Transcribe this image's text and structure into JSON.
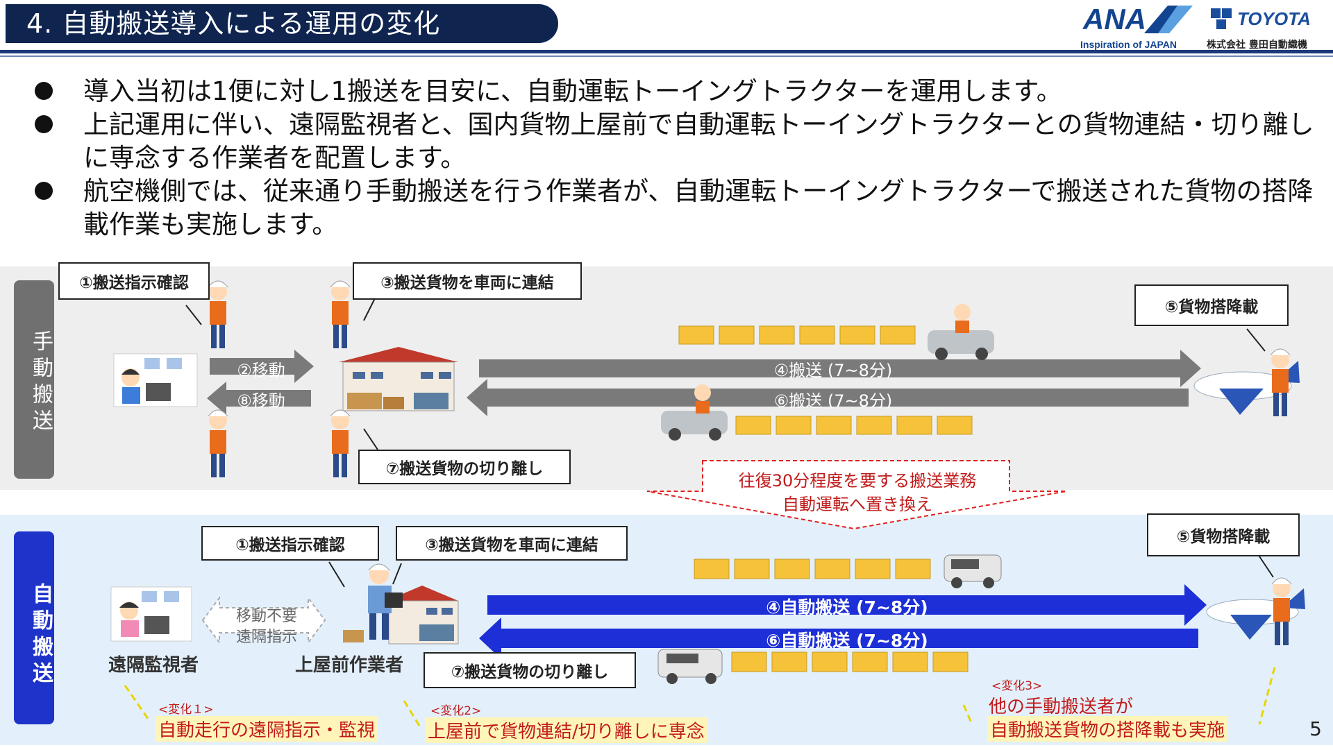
{
  "header": {
    "title": "4.  自動搬送導入による運用の変化",
    "logo_ana": "ANA",
    "logo_ana_sub": "Inspiration of JAPAN",
    "logo_toyota": "TOYOTA",
    "logo_toyota_sub": "株式会社 豊田自動織機"
  },
  "bullets": [
    "導入当初は1便に対し1搬送を目安に、自動運転トーイングトラクターを運用します。",
    "上記運用に伴い、遠隔監視者と、国内貨物上屋前で自動運転トーイングトラクターとの貨物連結・切り離しに専念する作業者を配置します。",
    "航空機側では、従来通り手動搬送を行う作業者が、自動運転トーイングトラクターで搬送された貨物の搭降載作業も実施します。"
  ],
  "manual": {
    "side_label": "手動搬送",
    "step1": "①搬送指示確認",
    "step2": "②移動",
    "step3": "③搬送貨物を車両に連結",
    "step4": "④搬送 (7~8分)",
    "step5": "⑤貨物搭降載",
    "step6": "⑥搬送 (7~8分)",
    "step7": "⑦搬送貨物の切り離し",
    "step8": "⑧移動"
  },
  "replace_note": {
    "line1": "往復30分程度を要する搬送業務",
    "line2": "自動運転へ置き換え"
  },
  "auto": {
    "side_label": "自動搬送",
    "step1": "①搬送指示確認",
    "step3": "③搬送貨物を車両に連結",
    "step4": "④自動搬送 (7~8分)",
    "step5": "⑤貨物搭降載",
    "step6": "⑥自動搬送 (7~8分)",
    "step7": "⑦搬送貨物の切り離し",
    "no_move_line1": "移動不要",
    "no_move_line2": "遠隔指示",
    "role_remote": "遠隔監視者",
    "role_worker": "上屋前作業者"
  },
  "changes": [
    {
      "tag": "<変化１>",
      "text": "自動走行の遠隔指示・監視"
    },
    {
      "tag": "<変化2>",
      "text": "上屋前で貨物連結/切り離しに専念"
    },
    {
      "tag": "<変化3>",
      "text_line1": "他の手動搬送者が",
      "text_line2": "自動搬送貨物の搭降載も実施"
    }
  ],
  "page_number": "5",
  "colors": {
    "title_bg": "#0f2550",
    "manual_band": "#eeeeee",
    "auto_band": "#e3f0fb",
    "manual_arrow": "#7a7a7a",
    "auto_arrow": "#1d2fd6",
    "change_red": "#c21b1b",
    "cart_yellow": "#f5c23a"
  }
}
